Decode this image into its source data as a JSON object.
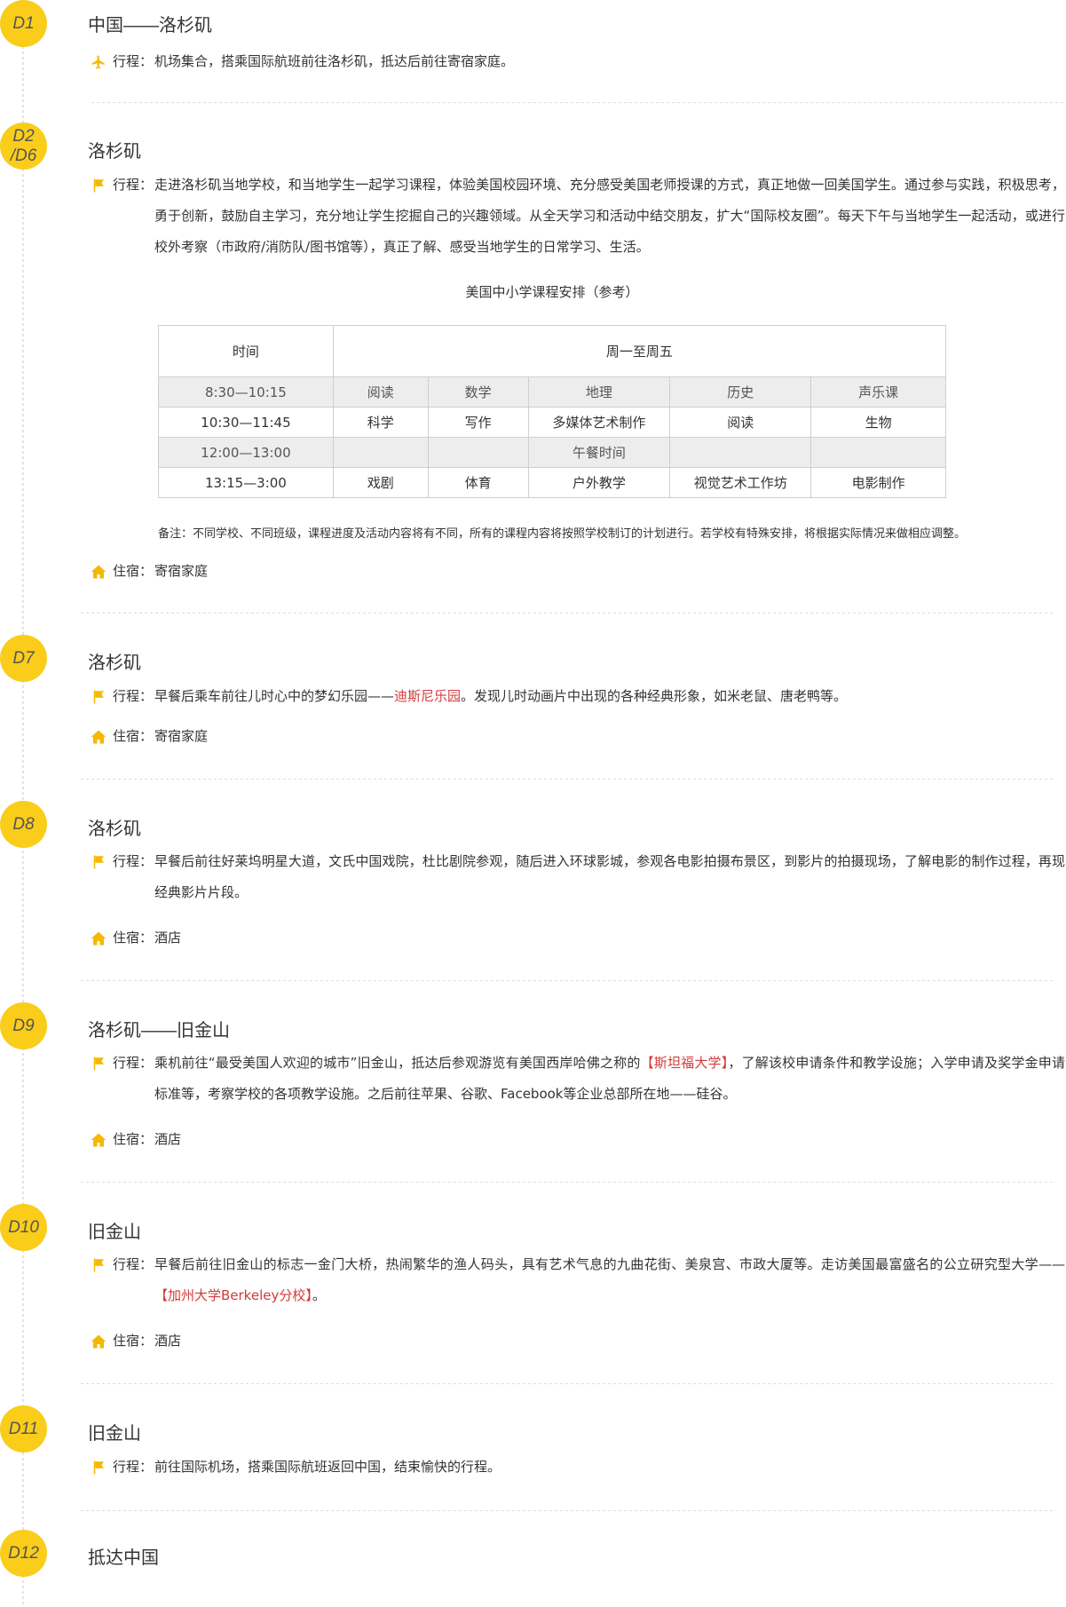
{
  "labels": {
    "itinerary": "行程：",
    "lodging": "住宿："
  },
  "days": [
    {
      "badge": "D1",
      "title": "中国——洛杉矶",
      "itinerary": "机场集合，搭乘国际航班前往洛杉矶，抵达后前往寄宿家庭。"
    },
    {
      "badge_line1": "D2",
      "badge_line2": "/D6",
      "title": "洛杉矶",
      "itinerary": "走进洛杉矶当地学校，和当地学生一起学习课程，体验美国校园环境、充分感受美国老师授课的方式，真正地做一回美国学生。通过参与实践，积极思考，勇于创新，鼓励自主学习，充分地让学生挖掘自己的兴趣领域。从全天学习和活动中结交朋友，扩大“国际校友圈”。每天下午与当地学生一起活动，或进行校外考察（市政府/消防队/图书馆等），真正了解、感受当地学生的日常学习、生活。",
      "lodging": "寄宿家庭"
    },
    {
      "badge": "D7",
      "title": "洛杉矶",
      "itinerary_pre": "早餐后乘车前往儿时心中的梦幻乐园——",
      "itinerary_link": "迪斯尼乐园",
      "itinerary_post": "。发现儿时动画片中出现的各种经典形象，如米老鼠、唐老鸭等。",
      "lodging": "寄宿家庭"
    },
    {
      "badge": "D8",
      "title": "洛杉矶",
      "itinerary": "早餐后前往好莱坞明星大道，文氏中国戏院，杜比剧院参观，随后进入环球影城，参观各电影拍摄布景区，到影片的拍摄现场，了解电影的制作过程，再现经典影片片段。",
      "lodging": "酒店"
    },
    {
      "badge": "D9",
      "title": "洛杉矶——旧金山",
      "itinerary_pre": "乘机前往“最受美国人欢迎的城市”旧金山，抵达后参观游览有美国西岸哈佛之称的",
      "itinerary_link": "【斯坦福大学】",
      "itinerary_post": "，了解该校申请条件和教学设施；入学申请及奖学金申请标准等，考察学校的各项教学设施。之后前往苹果、谷歌、Facebook等企业总部所在地——硅谷。",
      "lodging": "酒店"
    },
    {
      "badge": "D10",
      "title": "旧金山",
      "itinerary_pre": "早餐后前往旧金山的标志一金门大桥，热闹繁华的渔人码头，具有艺术气息的九曲花街、美泉宫、市政大厦等。走访美国最富盛名的公立研究型大学——",
      "itinerary_link": "【加州大学Berkeley分校】",
      "itinerary_post": "。",
      "lodging": "酒店"
    },
    {
      "badge": "D11",
      "title": "旧金山",
      "itinerary": "前往国际机场，搭乘国际航班返回中国，结束愉快的行程。"
    },
    {
      "badge": "D12",
      "title": "抵达中国"
    }
  ],
  "schedule": {
    "caption": "美国中小学课程安排（参考）",
    "header": [
      "时间",
      "周一至周五"
    ],
    "rows": [
      {
        "time": "8:30—10:15",
        "cells": [
          "阅读",
          "数学",
          "地理",
          "历史",
          "声乐课"
        ]
      },
      {
        "time": "10:30—11:45",
        "cells": [
          "科学",
          "写作",
          "多媒体艺术制作",
          "阅读",
          "生物"
        ]
      },
      {
        "time": "12:00—13:00",
        "cells": [
          "",
          "",
          "午餐时间",
          "",
          ""
        ]
      },
      {
        "time": "13:15—3:00",
        "cells": [
          "戏剧",
          "体育",
          "户外教学",
          "视觉艺术工作坊",
          "电影制作"
        ]
      }
    ],
    "note": "备注：不同学校、不同班级，课程进度及活动内容将有不同，所有的课程内容将按照学校制订的计划进行。若学校有特殊安排，将根据实际情况来做相应调整。"
  },
  "colors": {
    "badge": "#f9cd1a",
    "highlight": "#d23a3a",
    "icon": "#f5b800"
  },
  "icons": {
    "d1": "airplane-icon",
    "itinerary": "flag-icon",
    "lodging": "house-icon"
  }
}
